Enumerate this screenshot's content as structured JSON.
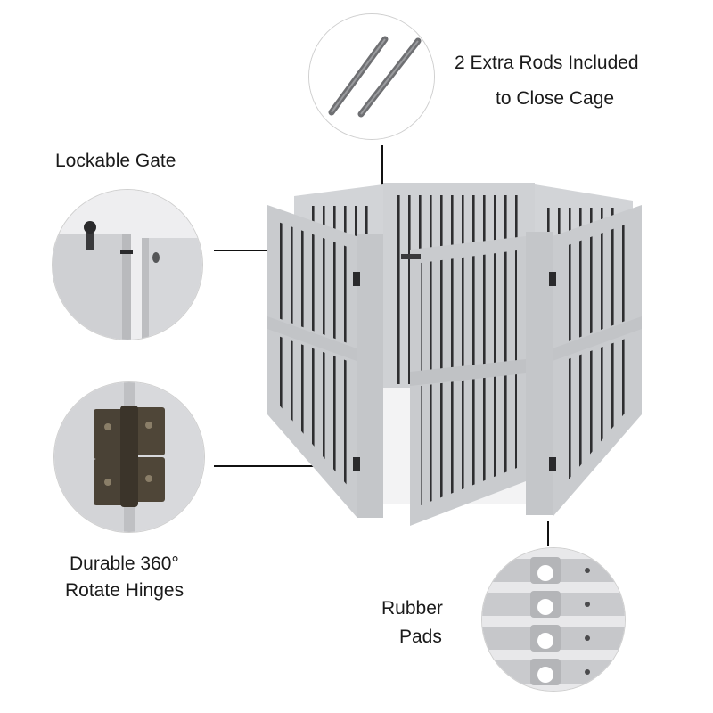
{
  "callouts": {
    "rods": {
      "line1": "2 Extra Rods Included",
      "line2": "to Close Cage",
      "icon": "rods-icon"
    },
    "gate": {
      "title": "Lockable Gate",
      "icon": "gate-latch-icon"
    },
    "hinges": {
      "line1": "Durable 360°",
      "line2": "Rotate Hinges",
      "icon": "hinge-icon"
    },
    "pads": {
      "line1": "Rubber",
      "line2": "Pads",
      "icon": "rubber-pad-icon"
    }
  },
  "product": {
    "name": "pet-playpen-gate",
    "color": "#c9cbce",
    "bar_color": "#2e2e30"
  }
}
